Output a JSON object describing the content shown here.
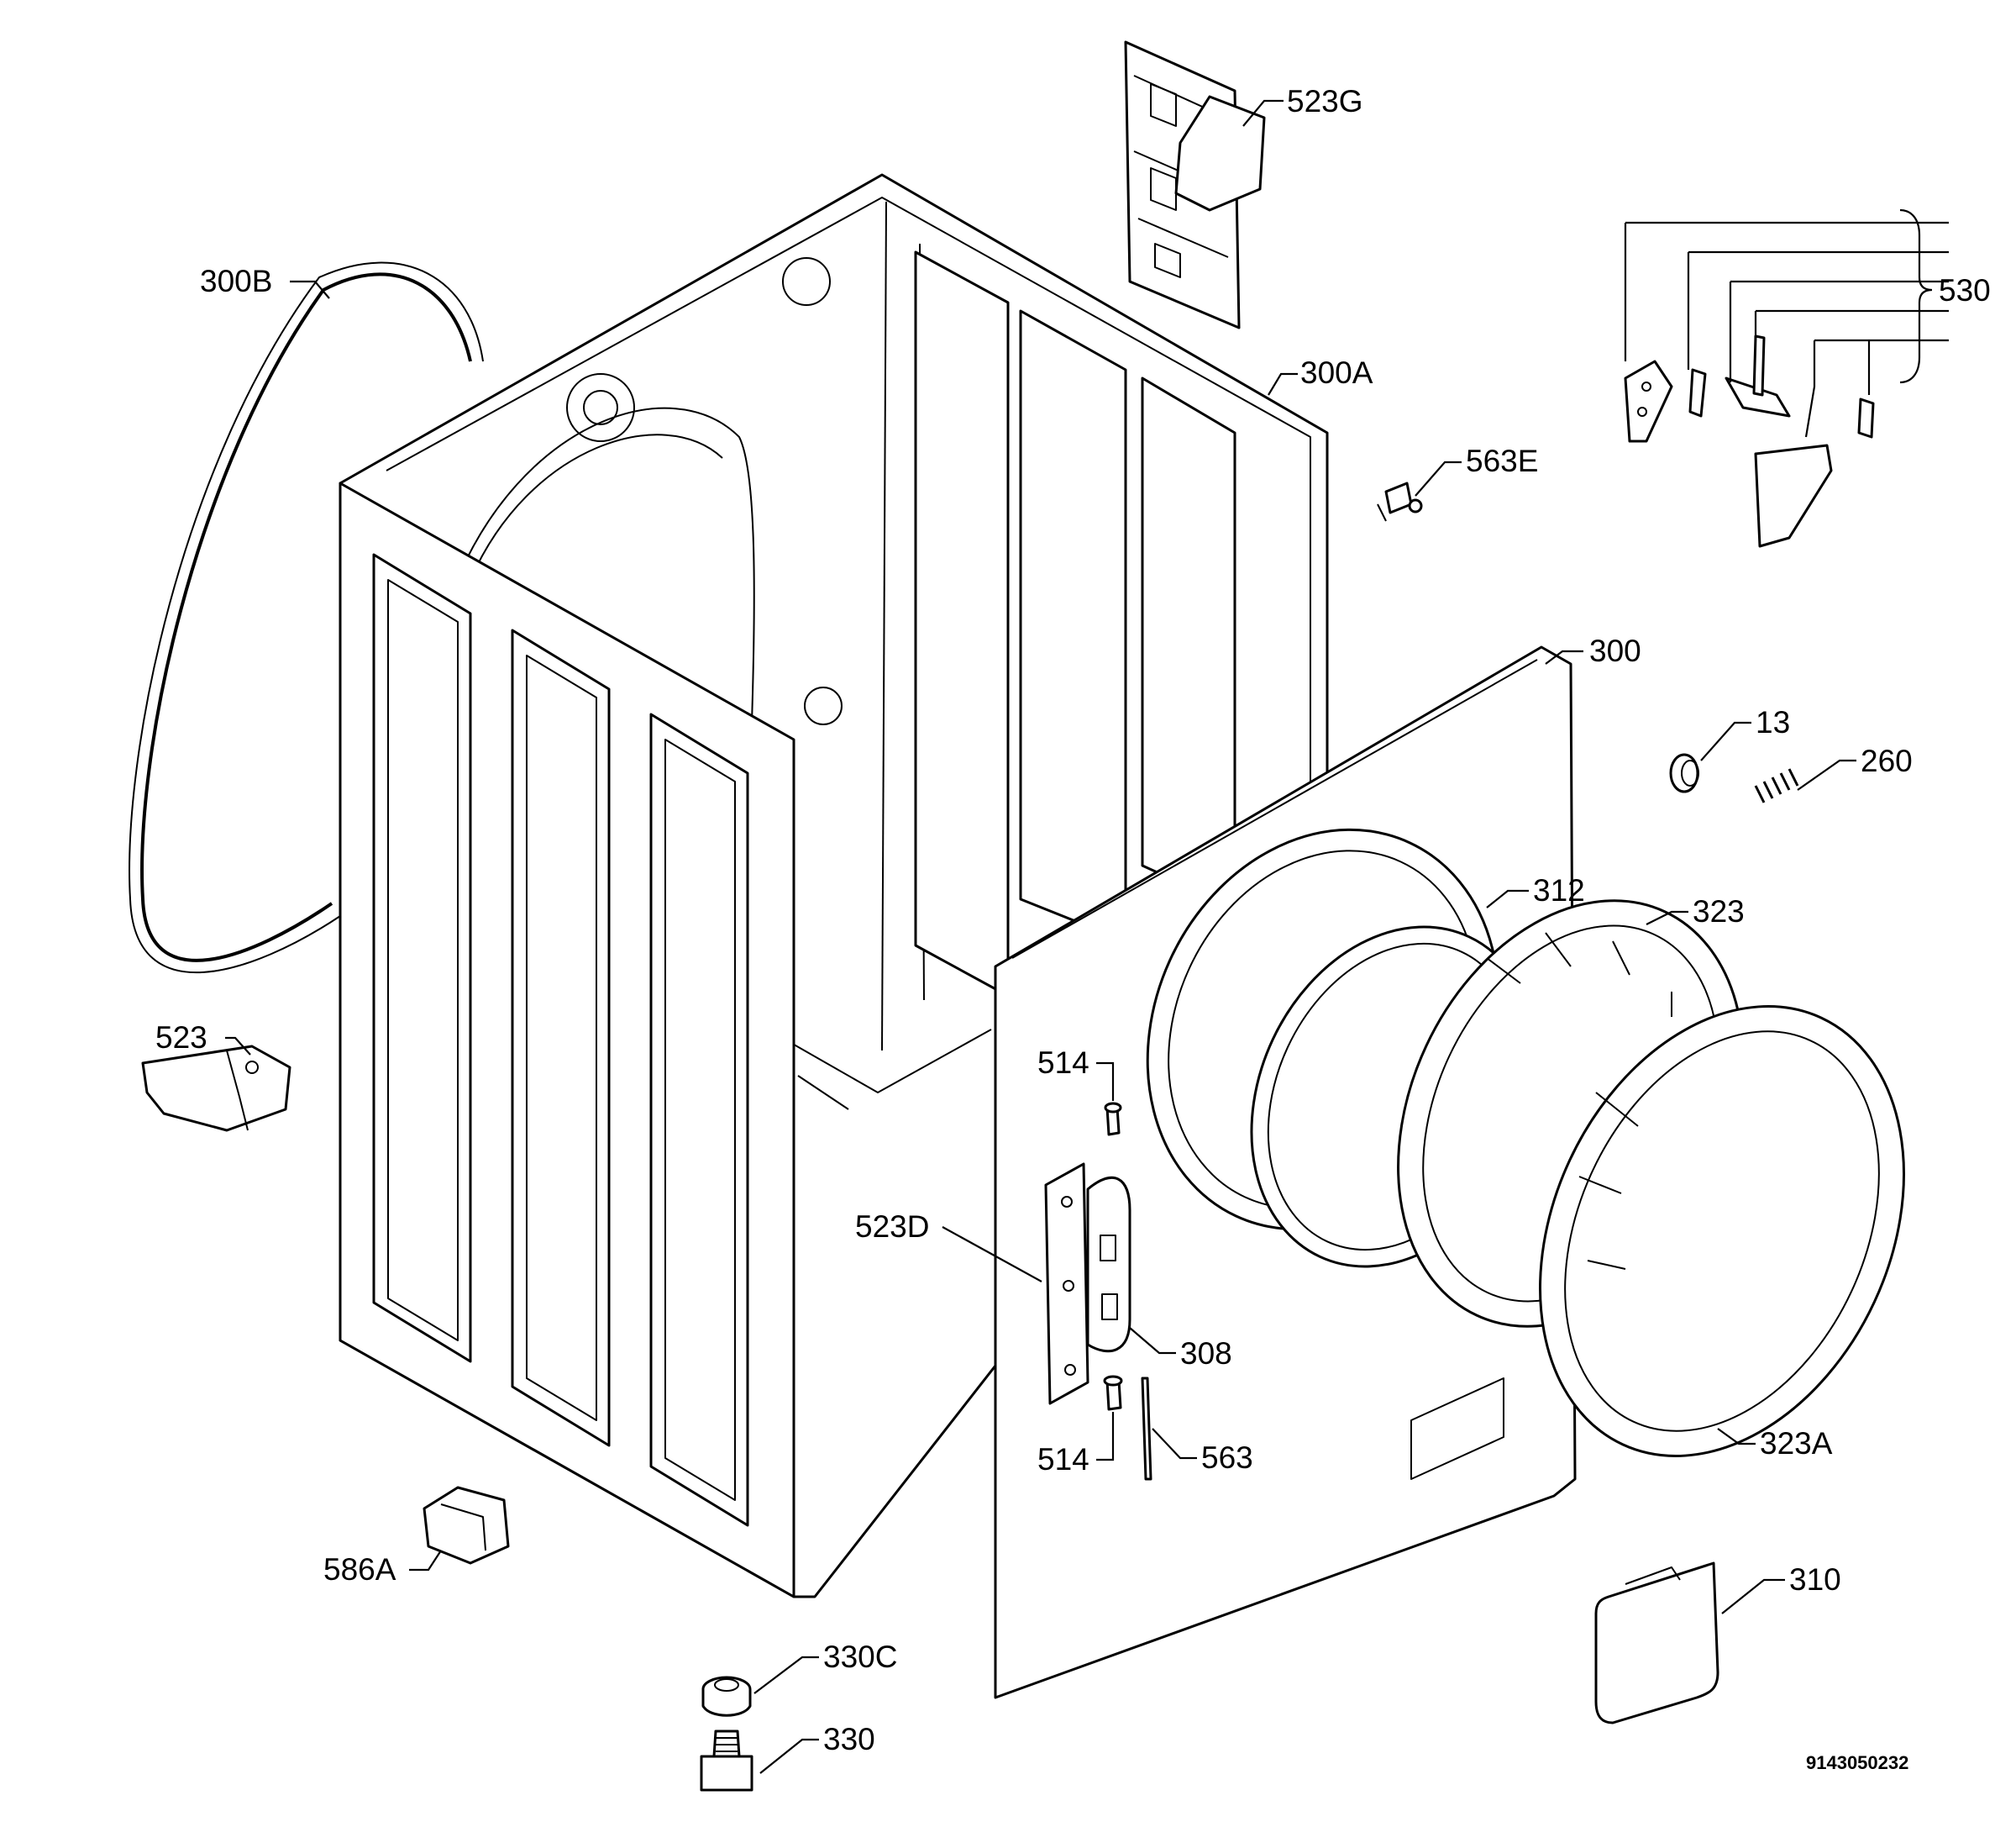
{
  "document_id": "9143050232",
  "labels": {
    "l523G": "523G",
    "l530": "530",
    "l300B": "300B",
    "l300A": "300A",
    "l563E": "563E",
    "l300": "300",
    "l13": "13",
    "l260": "260",
    "l312": "312",
    "l323": "323",
    "l523": "523",
    "l514a": "514",
    "l523D": "523D",
    "l308": "308",
    "l514b": "514",
    "l563": "563",
    "l323A": "323A",
    "l586A": "586A",
    "l310": "310",
    "l330C": "330C",
    "l330": "330"
  }
}
